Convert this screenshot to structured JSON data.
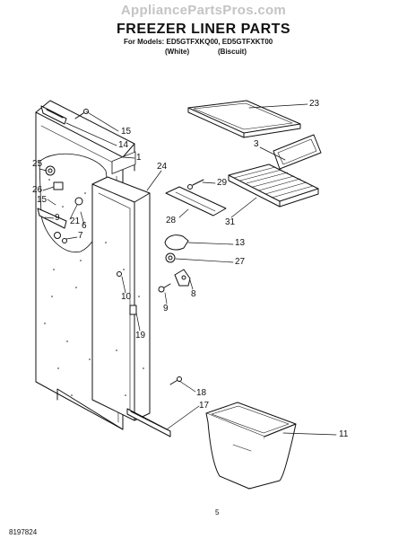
{
  "header": {
    "watermark": "AppliancePartsPros.com",
    "title": "FREEZER LINER PARTS",
    "models": "For Models: ED5GTFXKQ00, ED5GTFXKT00",
    "variant_white": "(White)",
    "variant_biscuit": "(Biscuit)"
  },
  "footer": {
    "page_number": "5",
    "document_number": "8197824"
  },
  "callouts": {
    "c23": "23",
    "c15a": "15",
    "c14": "14",
    "c1": "1",
    "c24": "24",
    "c3": "3",
    "c25": "25",
    "c26": "26",
    "c15b": "15",
    "c29": "29",
    "c9a": "9",
    "c21": "21",
    "c6": "6",
    "c7": "7",
    "c28": "28",
    "c31": "31",
    "c13": "13",
    "c27": "27",
    "c8": "8",
    "c10": "10",
    "c9b": "9",
    "c19": "19",
    "c18": "18",
    "c17": "17",
    "c11": "11"
  }
}
